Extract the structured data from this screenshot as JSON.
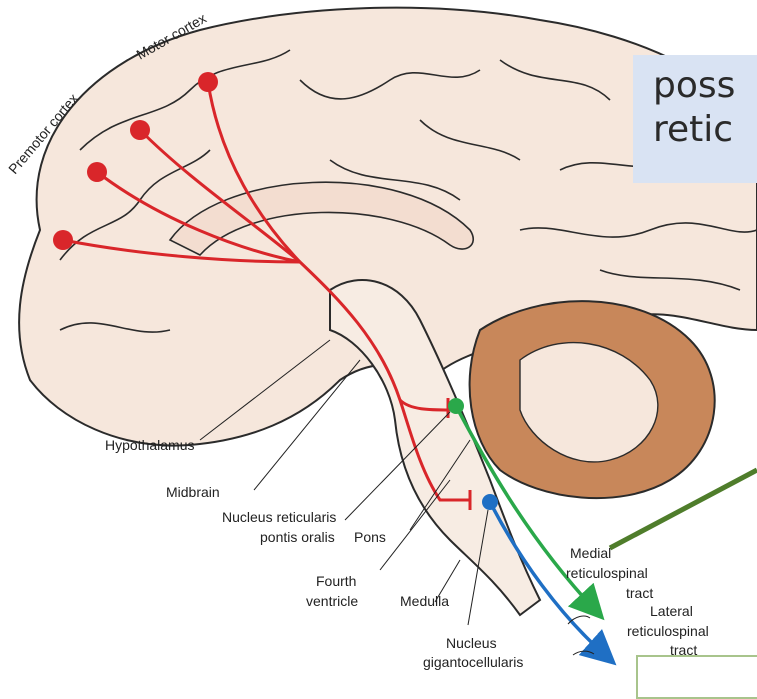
{
  "callout": {
    "line1": "poss",
    "line2": "retic"
  },
  "labels": {
    "motor_cortex": "Motor cortex",
    "premotor_cortex": "Premotor cortex",
    "hypothalamus": "Hypothalamus",
    "midbrain": "Midbrain",
    "nrpo_line1": "Nucleus reticularis",
    "nrpo_line2": "pontis oralis",
    "pons": "Pons",
    "fourth_line1": "Fourth",
    "fourth_line2": "ventricle",
    "medulla": "Medulla",
    "ngc_line1": "Nucleus",
    "ngc_line2": "gigantocellularis",
    "medial_line1": "Medial",
    "medial_line2": "reticulospinal",
    "medial_line3": "tract",
    "lateral_line1": "Lateral",
    "lateral_line2": "reticulospinal",
    "lateral_line3": "tract"
  },
  "colors": {
    "cortical_tract": "#d9262a",
    "medial_tract": "#2aa84a",
    "lateral_tract": "#1f6fc4",
    "brain_fill": "#f6e7dc",
    "cerebellum": "#c8875a",
    "callout_bg": "#d9e3f3",
    "pointer": "#4f7d2b"
  }
}
